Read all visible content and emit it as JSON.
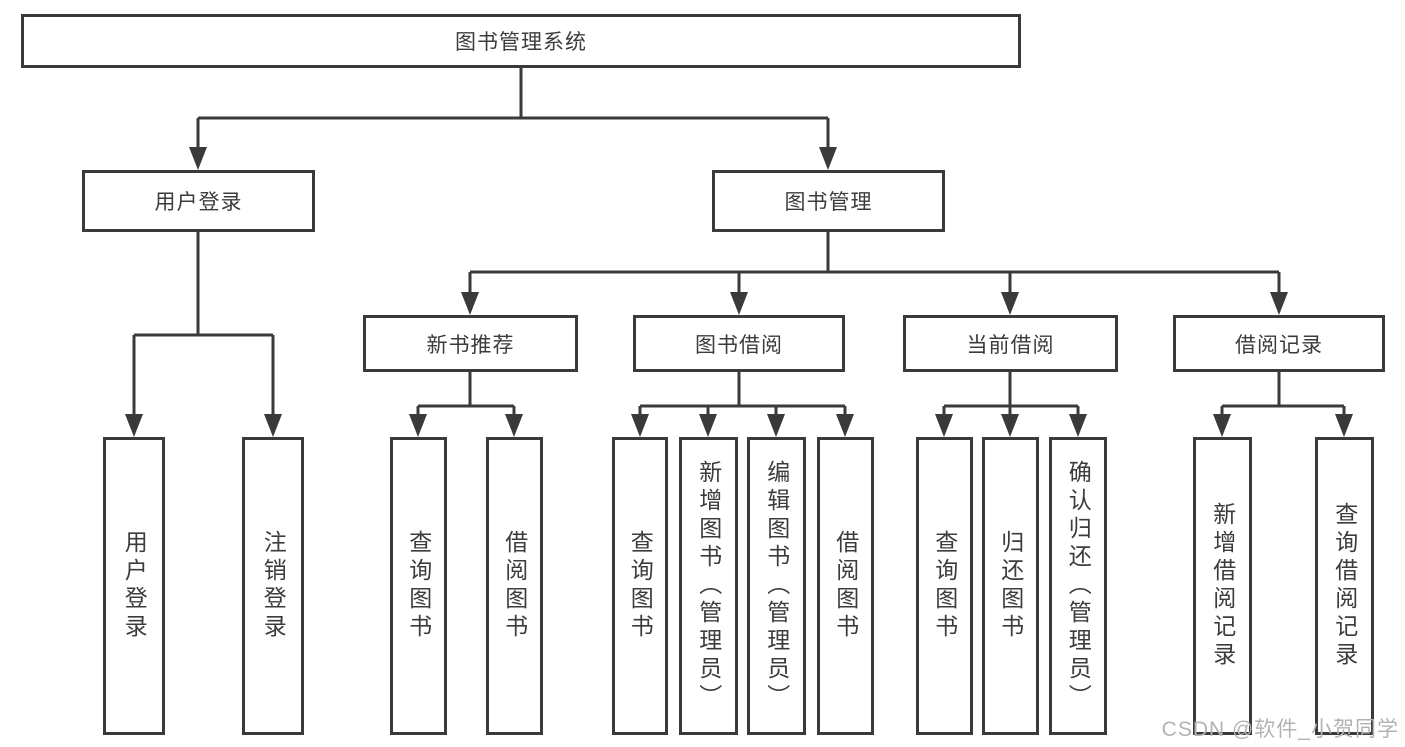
{
  "diagram": {
    "title": "library-management-system-structure",
    "root": {
      "label": "图书管理系统"
    },
    "level2": [
      {
        "label": "用户登录"
      },
      {
        "label": "图书管理"
      }
    ],
    "level3": [
      {
        "label": "新书推荐"
      },
      {
        "label": "图书借阅"
      },
      {
        "label": "当前借阅"
      },
      {
        "label": "借阅记录"
      }
    ],
    "leaves": {
      "user_login": [
        {
          "label": "用户登录"
        },
        {
          "label": "注销登录"
        }
      ],
      "new_books": [
        {
          "label": "查询图书"
        },
        {
          "label": "借阅图书"
        }
      ],
      "book_borrow": [
        {
          "label": "查询图书"
        },
        {
          "label": "新增图书（管理员）"
        },
        {
          "label": "编辑图书（管理员）"
        },
        {
          "label": "借阅图书"
        }
      ],
      "current_borrow": [
        {
          "label": "查询图书"
        },
        {
          "label": "归还图书"
        },
        {
          "label": "确认归还（管理员）"
        }
      ],
      "borrow_records": [
        {
          "label": "新增借阅记录"
        },
        {
          "label": "查询借阅记录"
        }
      ]
    },
    "colors": {
      "border": "#3a3a3a",
      "text": "#3c3c3c",
      "line": "#3a3a3a",
      "watermark": "#b3b3b3",
      "background": "#ffffff"
    }
  },
  "watermark": {
    "text": "CSDN @软件_小贺同学"
  }
}
